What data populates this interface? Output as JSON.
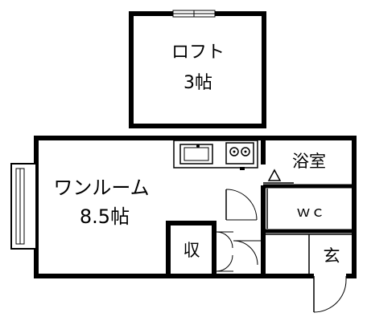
{
  "rooms": {
    "loft": {
      "name": "ロフト",
      "size": "3帖"
    },
    "main": {
      "name": "ワンルーム",
      "size": "8.5帖"
    },
    "bath": {
      "name": "浴室"
    },
    "toilet": {
      "name": "ｗｃ"
    },
    "storage": {
      "name": "収"
    },
    "entrance": {
      "name": "玄"
    }
  },
  "colors": {
    "wall": "#000000",
    "background": "#ffffff"
  }
}
